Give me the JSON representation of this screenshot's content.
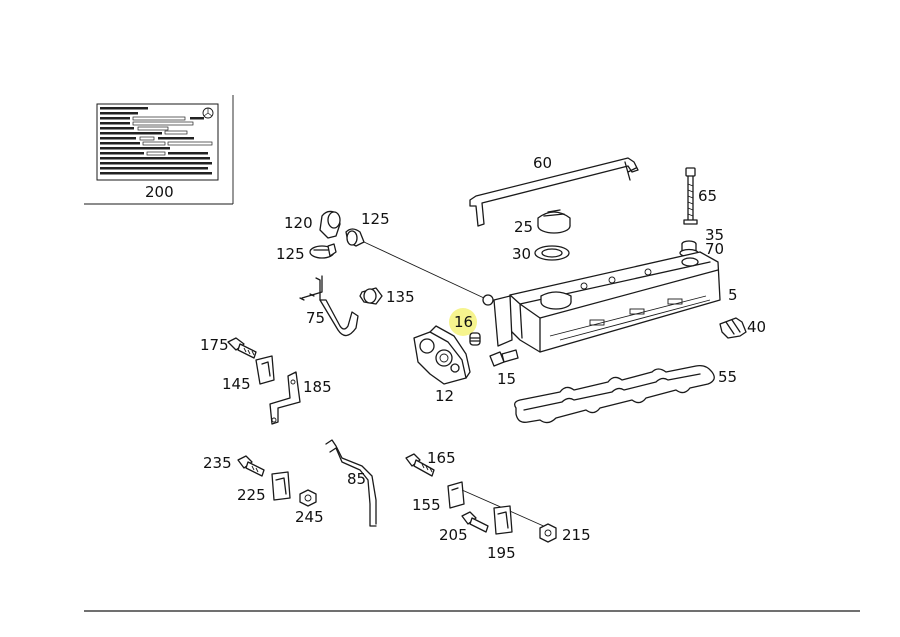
{
  "diagram": {
    "callouts": {
      "p60": "60",
      "p65": "65",
      "p25": "25",
      "p30": "30",
      "p35": "35",
      "p70": "70",
      "p5": "5",
      "p40": "40",
      "p55": "55",
      "p120": "120",
      "p125a": "125",
      "p125b": "125",
      "p135": "135",
      "p75": "75",
      "p16": "16",
      "p12": "12",
      "p15": "15",
      "p175": "175",
      "p145": "145",
      "p185": "185",
      "p200": "200",
      "p235": "235",
      "p225": "225",
      "p245": "245",
      "p85": "85",
      "p165": "165",
      "p155": "155",
      "p205": "205",
      "p195": "195",
      "p215": "215"
    },
    "highlight_color": "#f4f27a"
  }
}
